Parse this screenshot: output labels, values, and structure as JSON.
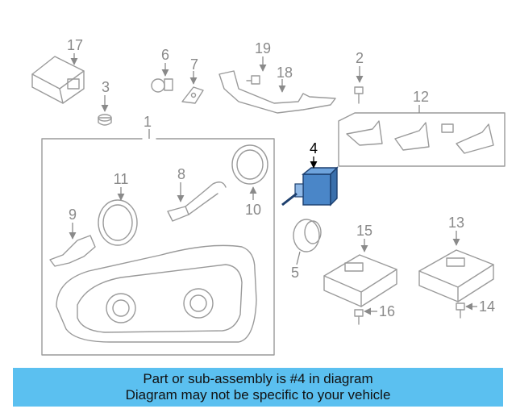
{
  "callouts": {
    "c1": "1",
    "c2": "2",
    "c3": "3",
    "c4": "4",
    "c5": "5",
    "c6": "6",
    "c7": "7",
    "c8": "8",
    "c9": "9",
    "c10": "10",
    "c11": "11",
    "c12": "12",
    "c13": "13",
    "c14": "14",
    "c15": "15",
    "c16": "16",
    "c17": "17",
    "c18": "18",
    "c19": "19"
  },
  "highlight": {
    "part": "4",
    "color": "#4a86c8"
  },
  "banner": {
    "line1": "Part or sub-assembly is #4 in diagram",
    "line2": "Diagram may not be specific to your vehicle",
    "color": "#5bc0f0"
  }
}
